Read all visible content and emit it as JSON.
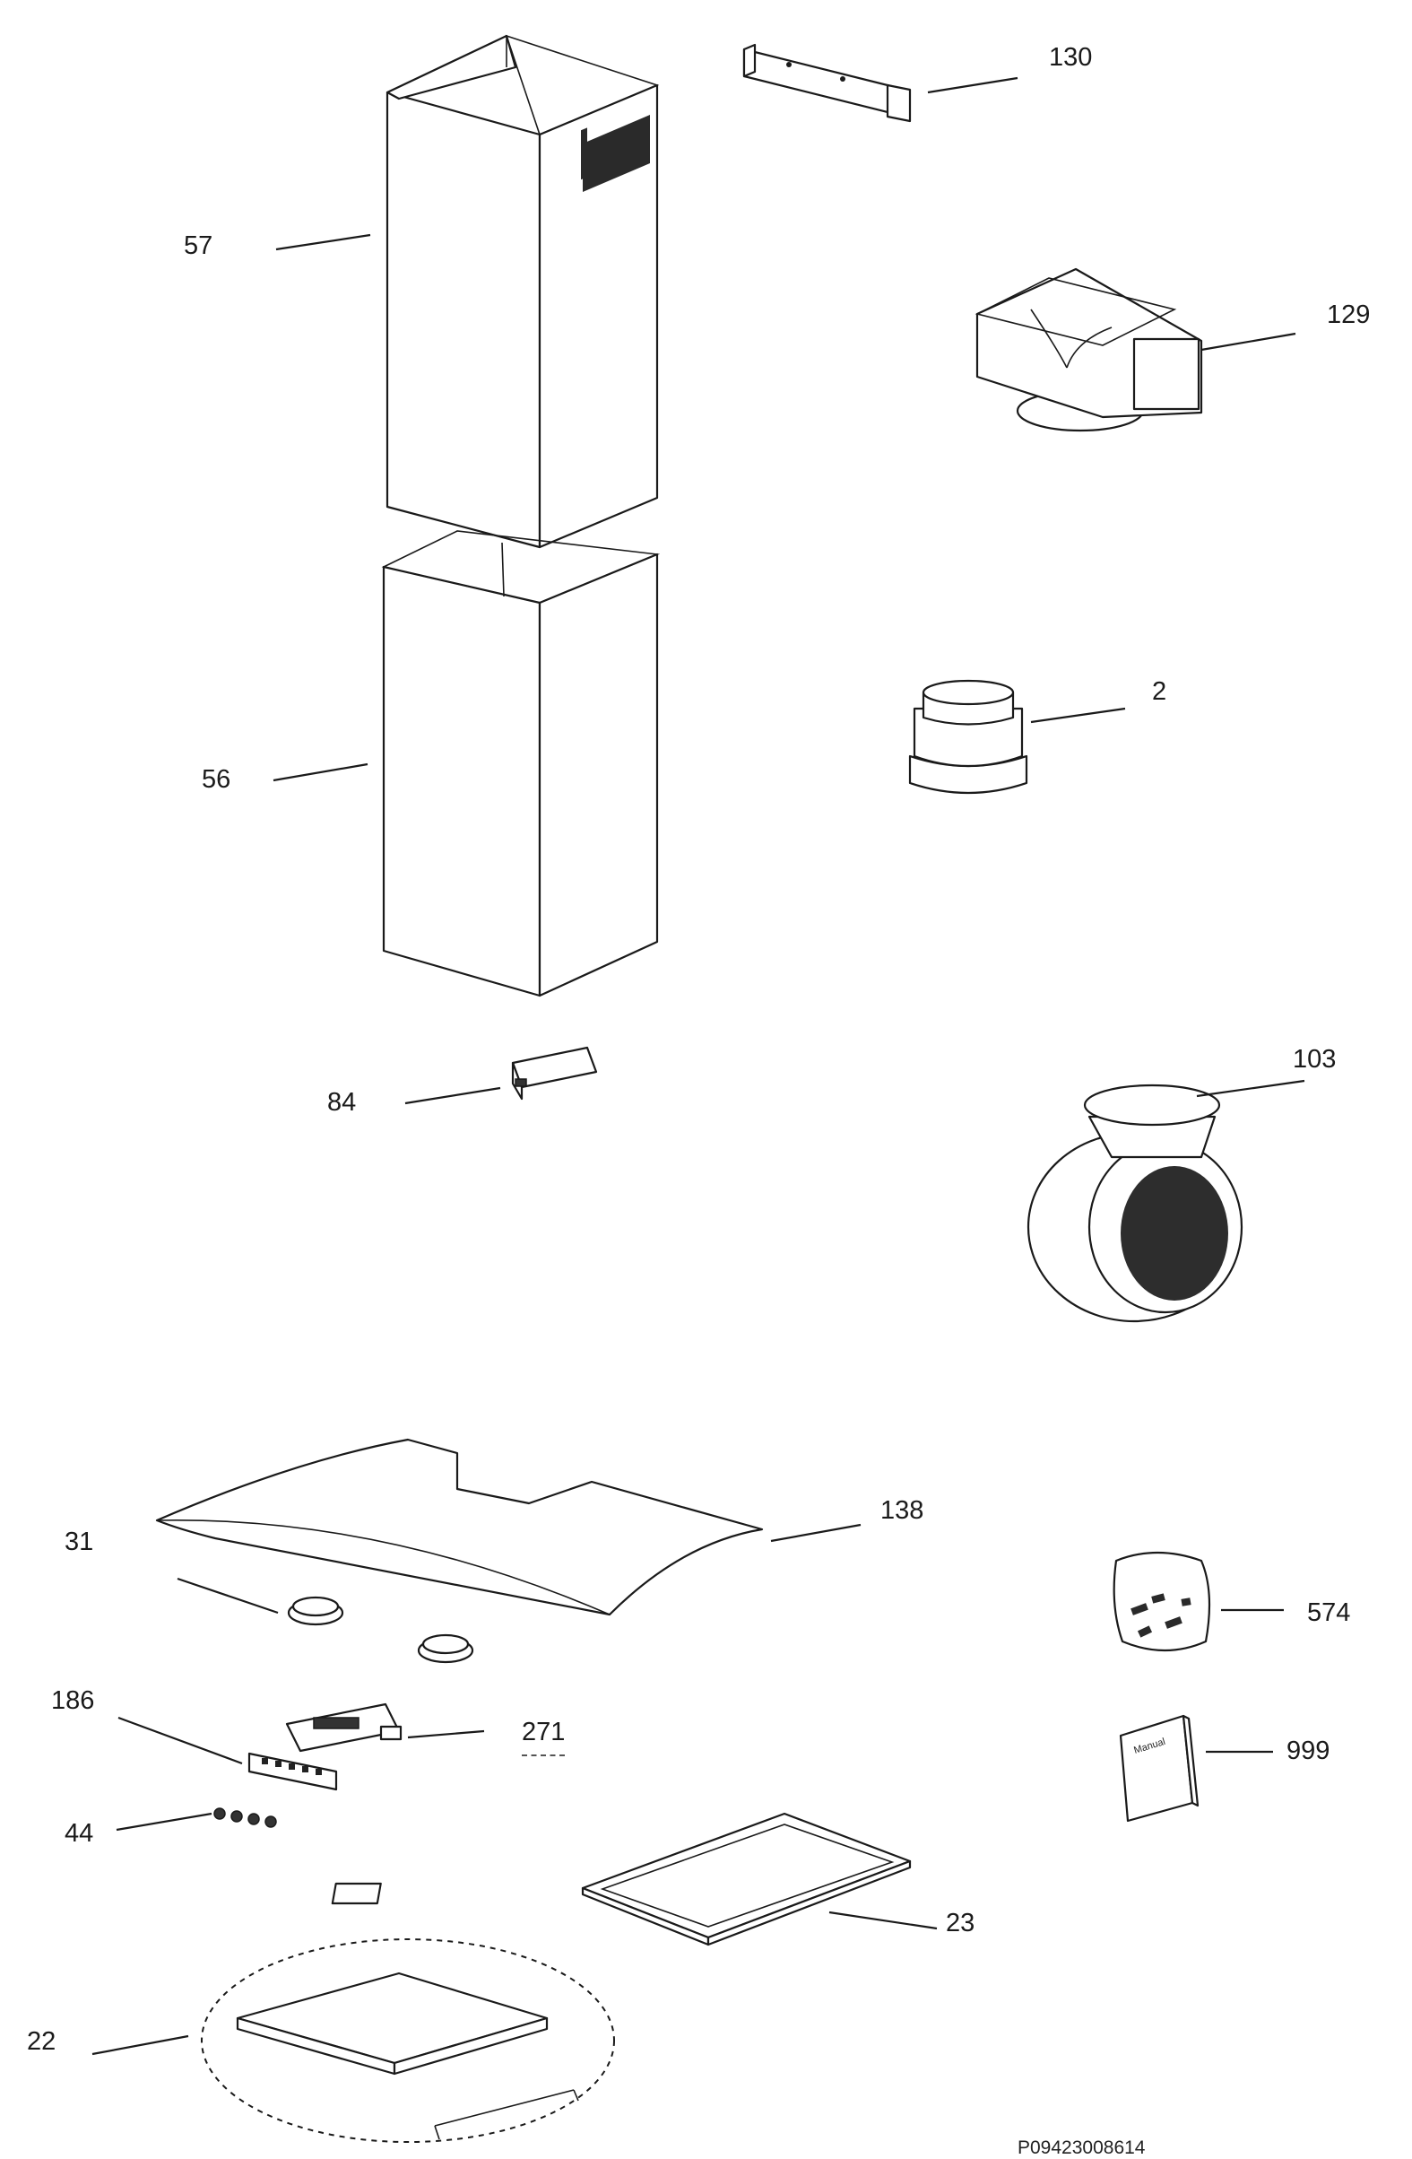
{
  "parts": [
    {
      "name": "upper-chimney",
      "label": "57"
    },
    {
      "name": "lower-chimney",
      "label": "56"
    },
    {
      "name": "wall-bracket",
      "label": "130"
    },
    {
      "name": "air-deflector",
      "label": "129"
    },
    {
      "name": "duct-reducer",
      "label": "2"
    },
    {
      "name": "transformer",
      "label": "84"
    },
    {
      "name": "motor-fan-unit",
      "label": "103"
    },
    {
      "name": "glass-canopy",
      "label": "138"
    },
    {
      "name": "knobs",
      "label": "31"
    },
    {
      "name": "control-board",
      "label": "271"
    },
    {
      "name": "switch-strip",
      "label": "186"
    },
    {
      "name": "buttons",
      "label": "44"
    },
    {
      "name": "grease-filter",
      "label": "23"
    },
    {
      "name": "carbon-filter-kit",
      "label": "22"
    },
    {
      "name": "accessory-bag",
      "label": "574"
    },
    {
      "name": "manual",
      "label": "999"
    }
  ],
  "manual_cover_text": "Manual",
  "drawing_code": "P09423008614"
}
